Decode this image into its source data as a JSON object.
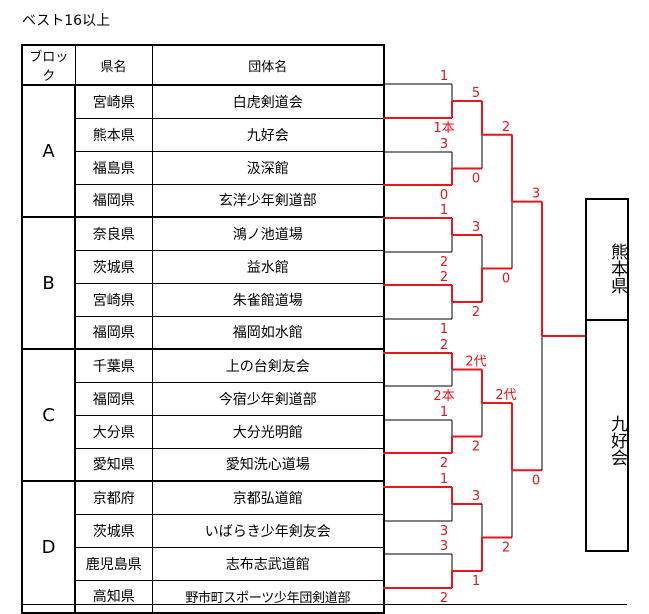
{
  "title": "ベスト16以上",
  "header": {
    "block": "ブロック",
    "pref": "県名",
    "team": "団体名"
  },
  "blocks": [
    {
      "label": "A",
      "rows": [
        {
          "pref": "宮崎県",
          "team": "白虎剣道会"
        },
        {
          "pref": "熊本県",
          "team": "九好会"
        },
        {
          "pref": "福島県",
          "team": "汲深館"
        },
        {
          "pref": "福岡県",
          "team": "玄洋少年剣道部"
        }
      ]
    },
    {
      "label": "B",
      "rows": [
        {
          "pref": "奈良県",
          "team": "鴻ノ池道場"
        },
        {
          "pref": "茨城県",
          "team": "益水館"
        },
        {
          "pref": "宮崎県",
          "team": "朱雀館道場"
        },
        {
          "pref": "福岡県",
          "team": "福岡如水館"
        }
      ]
    },
    {
      "label": "C",
      "rows": [
        {
          "pref": "千葉県",
          "team": "上の台剣友会"
        },
        {
          "pref": "福岡県",
          "team": "今宿少年剣道部"
        },
        {
          "pref": "大分県",
          "team": "大分光明館"
        },
        {
          "pref": "愛知県",
          "team": "愛知洗心道場"
        }
      ]
    },
    {
      "label": "D",
      "rows": [
        {
          "pref": "京都府",
          "team": "京都弘道館"
        },
        {
          "pref": "茨城県",
          "team": "いばらき少年剣友会"
        },
        {
          "pref": "鹿児島県",
          "team": "志布志武道館"
        },
        {
          "pref": "高知県",
          "team": "野市町スポーツ少年団剣道部"
        }
      ]
    }
  ],
  "scores": {
    "r1": [
      "1",
      "1本",
      "3",
      "0",
      "1",
      "2",
      "2",
      "1",
      "2",
      "2本",
      "1",
      "2",
      "1",
      "3",
      "3",
      "2"
    ],
    "r2": [
      "5",
      "0",
      "3",
      "2",
      "2代",
      "2",
      "3",
      "1"
    ],
    "r3": [
      "2",
      "0",
      "2代",
      "2"
    ],
    "r4": [
      "3",
      "0"
    ]
  },
  "winner": {
    "pref": "熊本県",
    "team": "九好会"
  },
  "colors": {
    "win": "#e8141e",
    "line": "#000000"
  }
}
